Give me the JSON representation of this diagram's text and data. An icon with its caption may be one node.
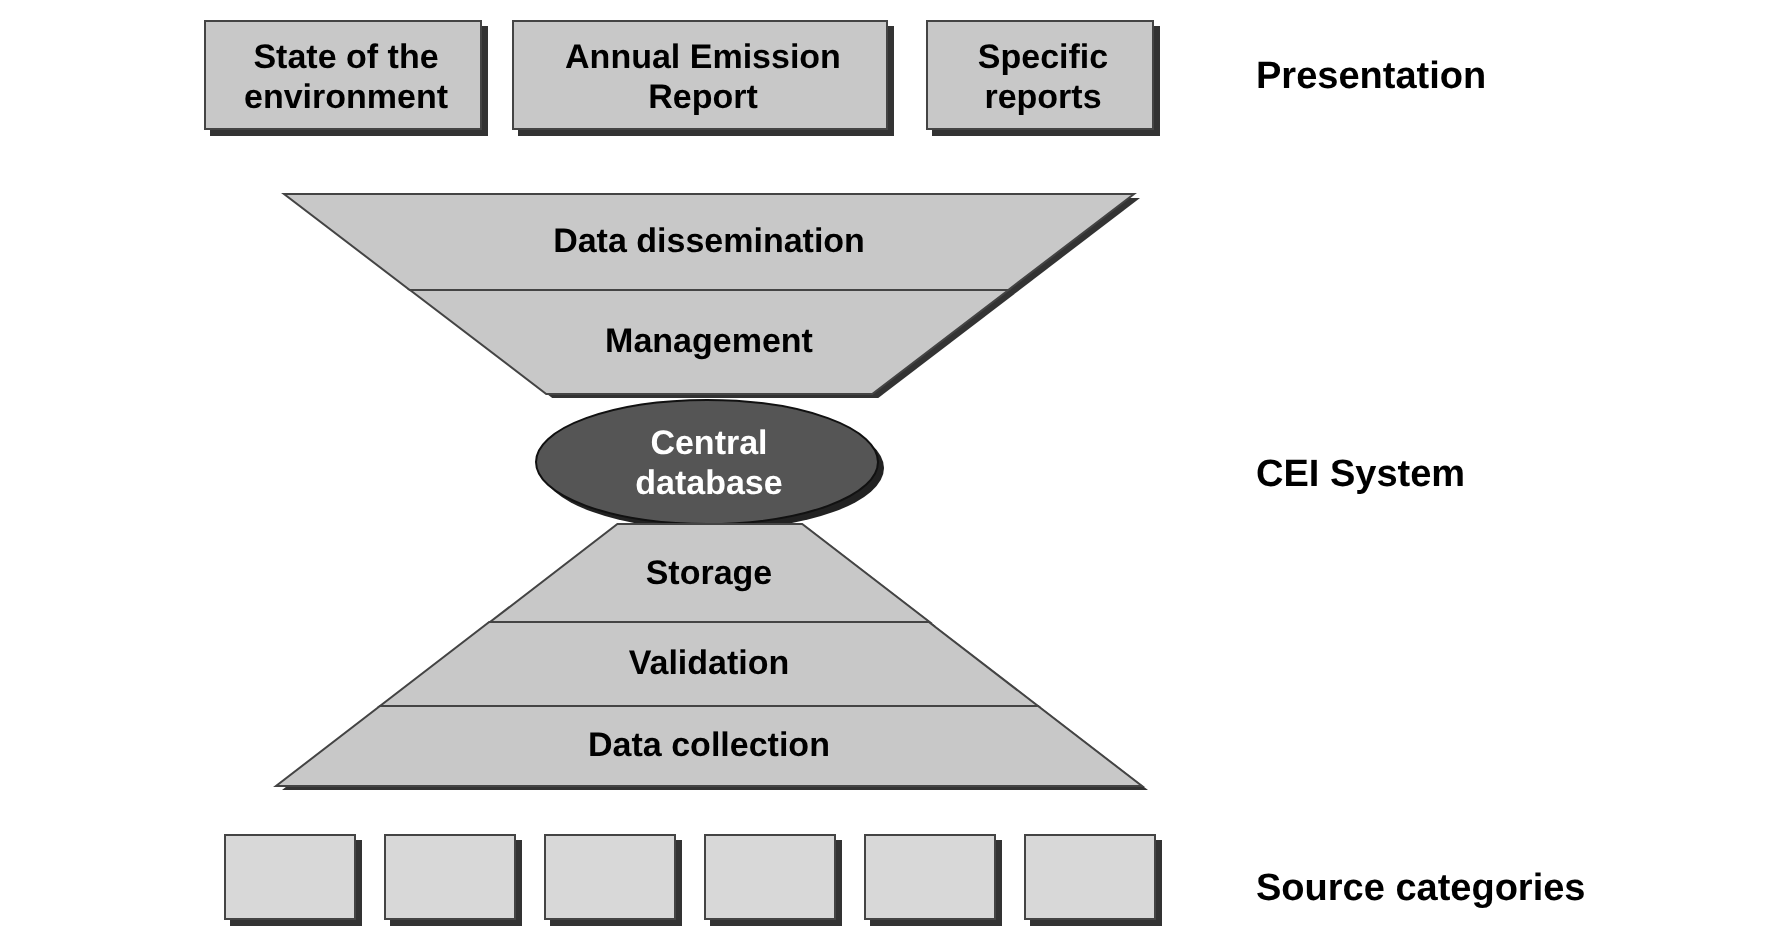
{
  "diagram": {
    "nodes": [
      {
        "text": [
          "State of the environment"
        ]
      },
      {
        "text": [
          "Annual Emission Report"
        ]
      },
      {
        "text": [
          "Specific reports"
        ]
      },
      {
        "text": [
          "Data dissemination"
        ]
      },
      {
        "text": [
          "Management"
        ]
      },
      {
        "text": [
          "Central database"
        ]
      },
      {
        "text": [
          "Storage"
        ]
      },
      {
        "text": [
          "Validation"
        ]
      },
      {
        "text": [
          "Data collection"
        ]
      },
      {
        "text": [],
        "shape": "box"
      },
      {
        "text": [],
        "shape": "box"
      },
      {
        "text": [],
        "shape": "box"
      },
      {
        "text": [],
        "shape": "box"
      },
      {
        "text": [],
        "shape": "box"
      },
      {
        "text": [],
        "shape": "box"
      }
    ],
    "edges": [],
    "labels": [
      "Presentation",
      "CEI System",
      "Source categories"
    ]
  }
}
